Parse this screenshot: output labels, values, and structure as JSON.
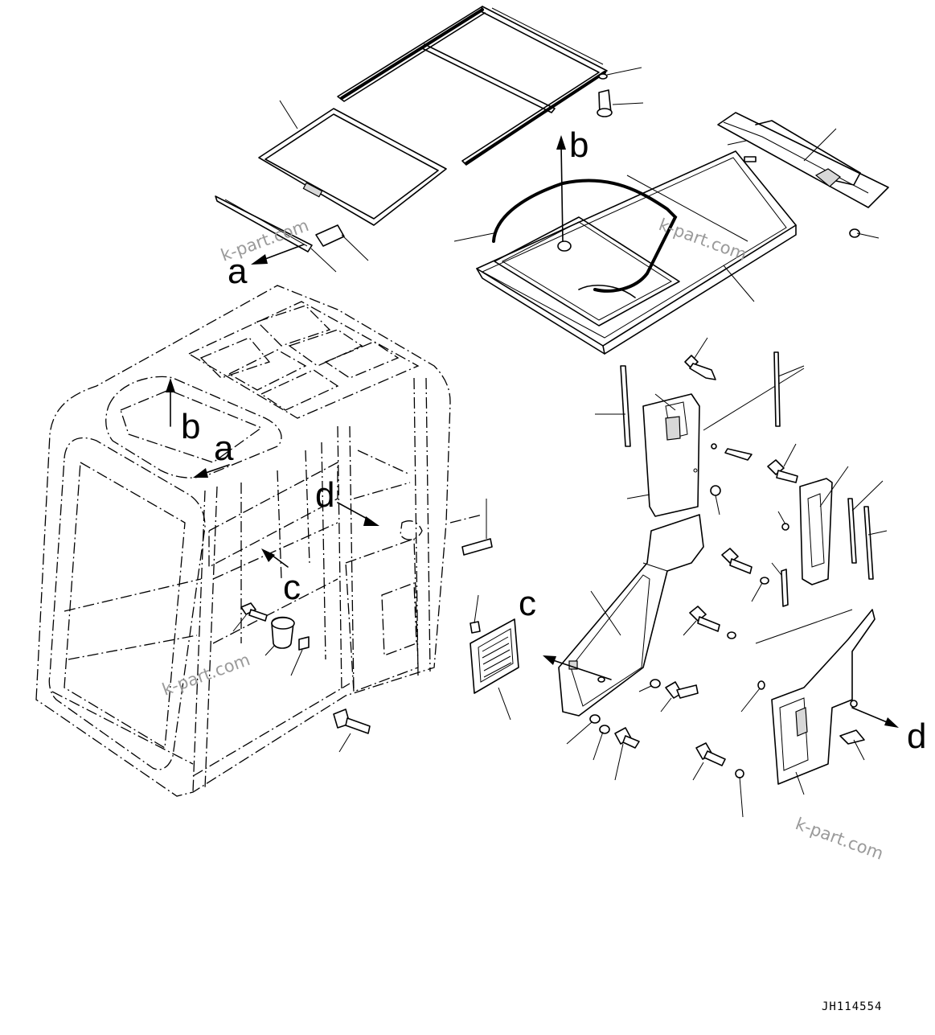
{
  "diagram": {
    "drawing_number": "JH114554",
    "watermarks": [
      "k-part.com",
      "k-part.com",
      "k-part.com",
      "k-part.com"
    ],
    "view_labels": {
      "a_upper": "a",
      "a_cab": "a",
      "b_upper": "b",
      "b_cab": "b",
      "c_cab": "c",
      "c_panel": "c",
      "d_cab": "d",
      "d_panel": "d"
    }
  }
}
